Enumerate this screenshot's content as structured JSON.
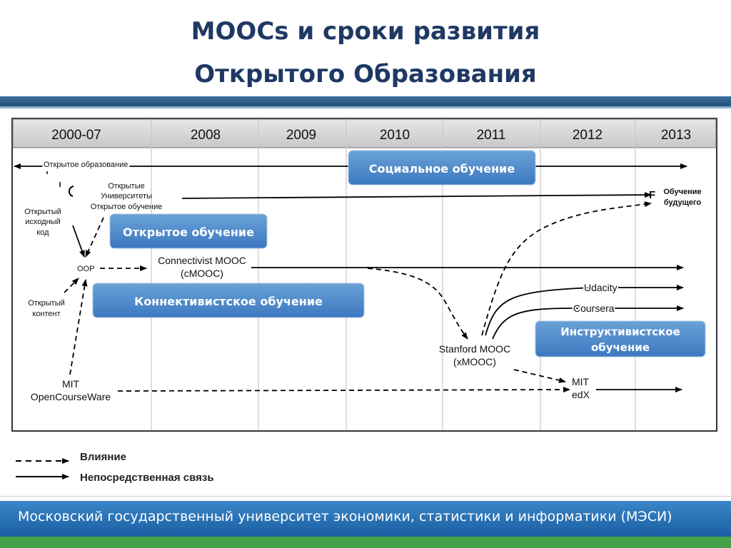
{
  "title": {
    "line1": "MOOCs и сроки развития",
    "line2": "Открытого Образования"
  },
  "years": [
    "2000-07",
    "2008",
    "2009",
    "2010",
    "2011",
    "2012",
    "2013"
  ],
  "boxes": {
    "social": "Социальное обучение",
    "open": "Открытое обучение",
    "connectivist": "Коннективистское обучение",
    "instructivist_line1": "Инструктивистское",
    "instructivist_line2": "обучение"
  },
  "labels": {
    "open_education": "Открытое образование",
    "open_universities_l1": "Открытые",
    "open_universities_l2": "Университеты",
    "open_universities_l3": "Открытое обучение",
    "open_source_l1": "Открытый",
    "open_source_l2": "исходный",
    "open_source_l3": "код",
    "oop": "OOP",
    "open_content_l1": "Открытый",
    "open_content_l2": "контент",
    "mit_ocw_l1": "MIT",
    "mit_ocw_l2": "OpenCourseWare",
    "connectivist_mooc_l1": "Connectivist MOOC",
    "connectivist_mooc_l2": "(cMOOC)",
    "stanford_l1": "Stanford MOOC",
    "stanford_l2": "(xMOOC)",
    "udacity": "Udacity",
    "coursera": "Coursera",
    "edx_l1": "MIT",
    "edx_l2": "edX",
    "future_l1": "Обучение",
    "future_l2": "будущего"
  },
  "legend": {
    "influence": "Влияние",
    "direct": "Непосредственная связь"
  },
  "footer": "Московский государственный университет экономики, статистики и информатики (МЭСИ)",
  "colors": {
    "title": "#1f3864",
    "box": "#4a86c8",
    "footer": "#2a75bb",
    "footer_stripe": "#43a047"
  }
}
